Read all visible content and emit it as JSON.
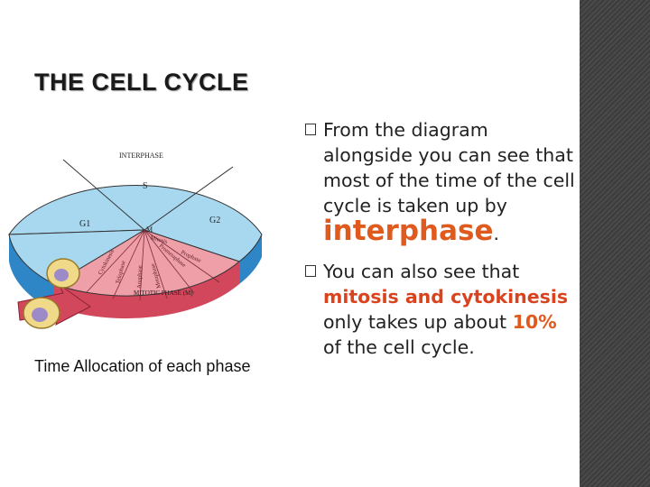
{
  "slide": {
    "title": "THE CELL CYCLE",
    "caption": "Time Allocation of each phase",
    "bullet1": {
      "text": "From the diagram alongside you can see that most of the time of the cell cycle is taken up by",
      "highlight": "interphase",
      "end": "."
    },
    "bullet2": {
      "pre": "You can also see that",
      "highlight": "mitosis and cytokinesis",
      "mid": "only takes up about",
      "percent": "10%",
      "post": "of the cell cycle."
    }
  },
  "diagram": {
    "interphase_label": "INTERPHASE",
    "s_label": "S",
    "g1_label": "G1",
    "g2_label": "G2",
    "m_label": "M",
    "mitotic_label": "MITOTIC PHASE (M)",
    "sub_phases": [
      "Cytokinesis",
      "Telophase",
      "Anaphase",
      "Metaphase",
      "Prometaphase",
      "Prophase",
      "Mitosis"
    ]
  },
  "colors": {
    "interphase_fill": "#a8d8ef",
    "interphase_side": "#2f86c7",
    "mitotic_fill": "#ef9fa8",
    "mitotic_side": "#d2475b",
    "highlight": "#e05a1e"
  }
}
